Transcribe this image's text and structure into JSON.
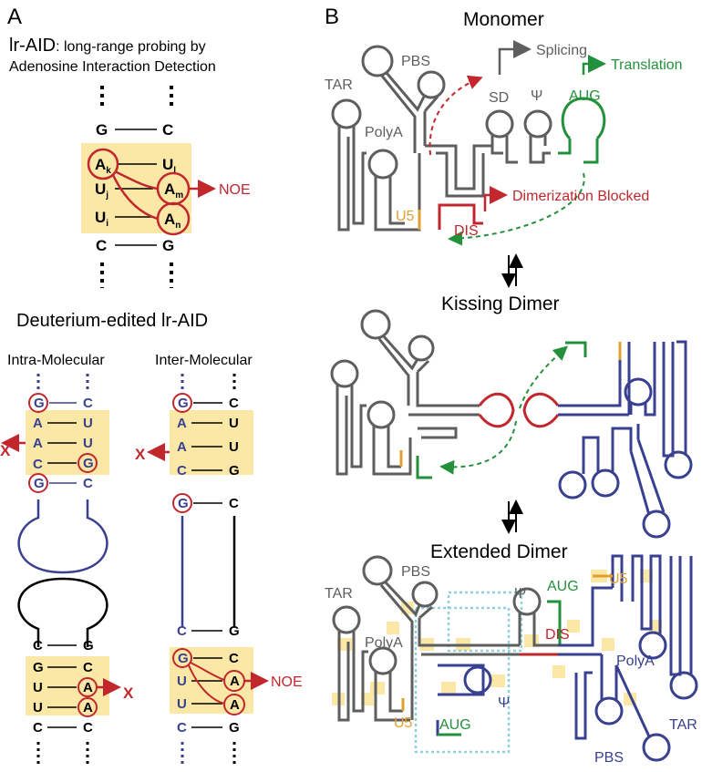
{
  "panel_a": {
    "label": "A",
    "title_prefix": "lr-AID",
    "title_suffix": ": long-range probing by",
    "title_line2": "Adenosine Interaction Detection",
    "noe": "NOE",
    "section2_title": "Deuterium-edited lr-AID",
    "intra": "Intra-Molecular",
    "inter": "Inter-Molecular",
    "x": "X",
    "bases": {
      "g": "G",
      "c": "C",
      "a": "A",
      "u": "U"
    },
    "subscripts": {
      "k": "k",
      "l": "l",
      "j": "j",
      "m": "m",
      "i": "i",
      "n": "n"
    }
  },
  "panel_b": {
    "label": "B",
    "monomer": "Monomer",
    "kissing": "Kissing Dimer",
    "extended": "Extended Dimer",
    "tar": "TAR",
    "pbs": "PBS",
    "polya": "PolyA",
    "u5": "U5",
    "dis": "DIS",
    "sd": "SD",
    "psi": "Ψ",
    "aug": "AUG",
    "splicing": "Splicing",
    "translation": "Translation",
    "dim_blocked": "Dimerization Blocked"
  },
  "colors": {
    "gray": "#5e5e5e",
    "red": "#c1272d",
    "green": "#23913b",
    "navy": "#39408f",
    "orange": "#e0a030",
    "highlight": "#fbe7a6",
    "cyan": "#8fd0dc"
  }
}
